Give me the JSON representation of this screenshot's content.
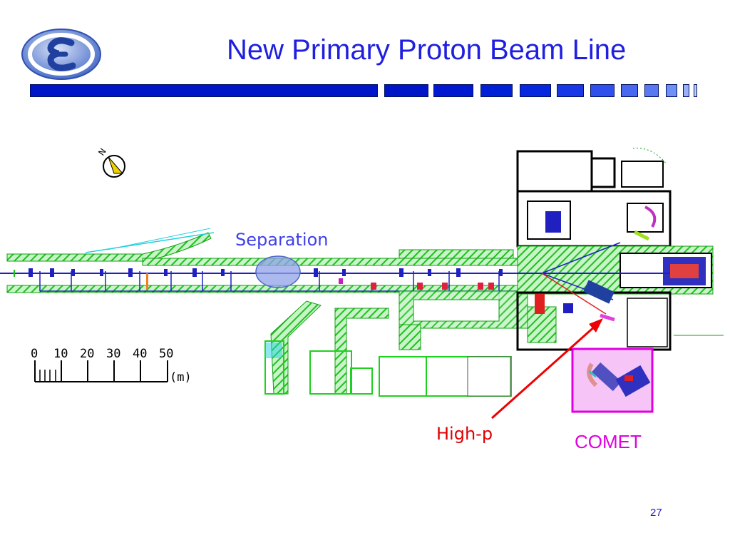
{
  "slide": {
    "title": "New Primary Proton Beam Line",
    "page_number": "27"
  },
  "diagram": {
    "labels": {
      "separation": "Separation",
      "high_p": "High-p",
      "comet": "COMET"
    },
    "scale_bar": {
      "ticks": [
        "0",
        "10",
        "20",
        "30",
        "40",
        "50"
      ],
      "unit": "(m)"
    },
    "compass_label": "N"
  },
  "colors": {
    "title": "#1f1fe0",
    "title_bar_dark": "#0014c8",
    "title_bar_light": "#5a78f0",
    "shielding_green": "#22cc22",
    "beamline_blue": "#2020c0",
    "separation_fill": "#8fa2e8",
    "arrow_red": "#ee0000",
    "comet_magenta": "#e000e0",
    "comet_fill": "#f6c4f6"
  }
}
